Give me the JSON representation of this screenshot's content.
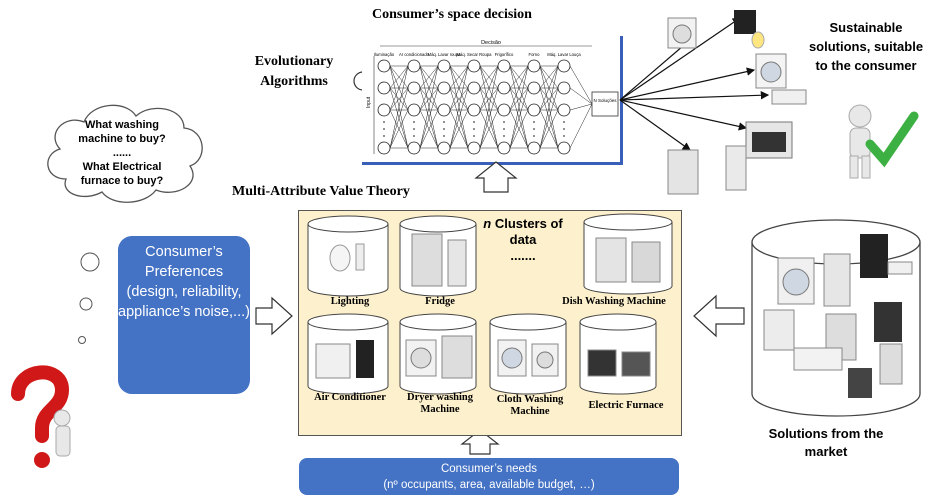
{
  "header": {
    "title": "Consumer’s space decision",
    "ea_label": "Evolutionary Algorithms",
    "mavt_label": "Multi-Attribute Value Theory"
  },
  "network": {
    "top_label": "Decisão",
    "columns": [
      "Iluminação",
      "Ar condicionado",
      "Máq. Lavar roupa",
      "Máq. Secar Roupa",
      "Frigorífico",
      "Forno",
      "Máq. Lavar Louça"
    ],
    "input_label": "Input",
    "output_label": "N Soluções"
  },
  "cloud": {
    "q1": "What washing machine to buy?",
    "sep": "......",
    "q2": "What Electrical furnace to buy?"
  },
  "preferences": {
    "text": "Consumer’s Preferences (design, reliability, appliance’s noise,...)"
  },
  "clusters": {
    "heading_n": "n",
    "heading_rest": " Clusters of data",
    "dots": ".......",
    "items": [
      "Lighting",
      "Fridge",
      "Dish Washing Machine",
      "Air Conditioner",
      "Dryer washing Machine",
      "Cloth Washing Machine",
      "Electric Furnace"
    ]
  },
  "needs": {
    "line1": "Consumer’s needs",
    "line2": "(nº occupants, area, available budget, …)"
  },
  "right": {
    "sustainable": "Sustainable solutions, suitable to the consumer",
    "market": "Solutions from the market"
  },
  "colors": {
    "accent_blue": "#4472c4",
    "cluster_bg": "#fdf0cc",
    "check_green": "#3cb043",
    "question_red": "#d01818"
  }
}
